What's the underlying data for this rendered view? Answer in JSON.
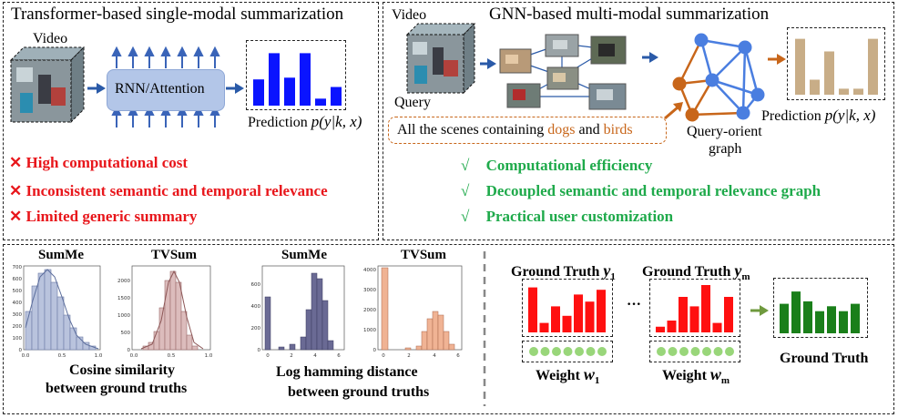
{
  "top_left": {
    "title": "Transformer-based single-modal summarization",
    "video_label": "Video",
    "module_label": "RNN/Attention",
    "prediction_label": "Prediction ",
    "prediction_formula": "p(y|k, x)",
    "issues": [
      {
        "mark": "✕",
        "text": "High computational cost"
      },
      {
        "mark": "✕",
        "text": "Inconsistent semantic and temporal relevance"
      },
      {
        "mark": "✕",
        "text": "Limited generic summary"
      }
    ],
    "bar_values": [
      0.45,
      0.9,
      0.48,
      0.9,
      0.12,
      0.32
    ]
  },
  "top_right": {
    "title": "GNN-based multi-modal summarization",
    "video_label": "Video",
    "query_label": "Query",
    "query_text_pre": "All the scenes containing ",
    "query_word_1": "dogs",
    "query_text_mid": " and ",
    "query_word_2": "birds",
    "graph_label_1": "Query-orient",
    "graph_label_2": "graph",
    "prediction_label": "Prediction ",
    "prediction_formula": "p(y|k, x)",
    "benefits": [
      {
        "mark": "√",
        "text": "Computational efficiency"
      },
      {
        "mark": "√",
        "text": "Decoupled semantic and temporal relevance graph"
      },
      {
        "mark": "√",
        "text": "Practical user customization"
      }
    ],
    "bar_values": [
      0.93,
      0.25,
      0.72,
      0.1,
      0.1,
      0.93
    ]
  },
  "bottom_left": {
    "hist_titles": [
      "SumMe",
      "TVSum",
      "SumMe",
      "TVSum"
    ],
    "caption_1_line1": "Cosine similarity",
    "caption_1_line2": "between ground truths",
    "caption_2_line1": "Log hamming distance",
    "caption_2_line2": "between ground truths",
    "h1_yticks": [
      "700",
      "600",
      "500",
      "400",
      "300",
      "200",
      "100",
      "0"
    ],
    "h1_xticks": [
      "0.0",
      "0.5",
      "1.0"
    ],
    "h2_yticks": [
      "2000",
      "1500",
      "1000",
      "500",
      "0"
    ],
    "h2_xticks": [
      "0.0",
      "0.5",
      "1.0"
    ],
    "h3_yticks": [
      "600",
      "400",
      "200",
      "0"
    ],
    "h3_xticks": [
      "0",
      "2",
      "4",
      "6"
    ],
    "h4_yticks": [
      "4000",
      "3000",
      "2000",
      "1000",
      "0"
    ],
    "h4_xticks": [
      "0",
      "2",
      "4",
      "6"
    ]
  },
  "bottom_right": {
    "gt1_label": "Ground Truth ",
    "gt1_sym": "y",
    "gt1_sub": "1",
    "gtm_label": "Ground Truth ",
    "gtm_sym": "y",
    "gtm_sub": "m",
    "weight1_label": "Weight ",
    "weight1_sym": "w",
    "weight1_sub": "1",
    "weightm_label": "Weight ",
    "weightm_sym": "w",
    "weightm_sub": "m",
    "ellipsis": "···",
    "result_label": "Ground Truth",
    "gt1_values": [
      0.95,
      0.2,
      0.55,
      0.35,
      0.8,
      0.65,
      0.9
    ],
    "gtm_values": [
      0.12,
      0.25,
      0.75,
      0.55,
      1.0,
      0.2,
      0.75
    ],
    "result_values": [
      0.6,
      0.85,
      0.65,
      0.45,
      0.55,
      0.45,
      0.6
    ]
  },
  "colors": {
    "red": "#e8161b",
    "green": "#1faa4b",
    "blue_bar": "#0a14ff",
    "tan_bar": "#c8ad87",
    "orange": "#c8661a",
    "node_blue": "#4a7ee0",
    "gt_red": "#ff1010",
    "gt_green": "#1a7f1a",
    "dot_green": "#99d67a"
  }
}
